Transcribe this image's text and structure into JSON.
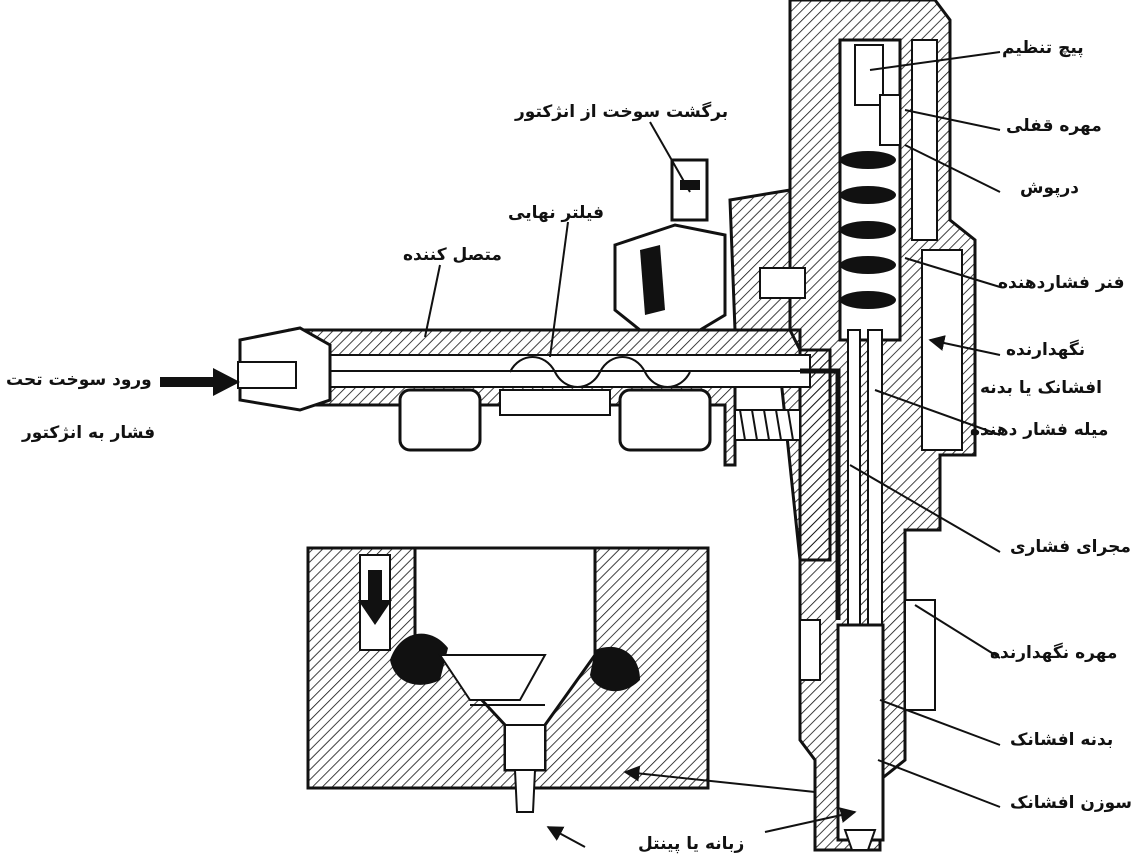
{
  "labels": {
    "adjusting_screw": "پیچ تنظیم",
    "lock_nut": "مهره قفلی",
    "cap": "درپوش",
    "pressure_spring": "فنر فشاردهنده",
    "holder_line1": "نگهدارنده",
    "holder_line2": "افشانک یا بدنه",
    "pressure_rod": "میله فشار دهنده",
    "pressure_channel": "مجرای فشاری",
    "retaining_nut": "مهره نگهدارنده",
    "nozzle_body": "بدنه افشانک",
    "nozzle_needle": "سوزن افشانک",
    "pintle": "زبانه یا پینتل",
    "fuel_return": "برگشت سوخت از انژکتور",
    "final_filter": "فیلتر نهایی",
    "connector": "متصل کننده",
    "fuel_inlet_line1": "ورود سوخت تحت",
    "fuel_inlet_line2": "فشار به انژکتور"
  },
  "colors": {
    "ink": "#111111",
    "paper": "#ffffff"
  }
}
